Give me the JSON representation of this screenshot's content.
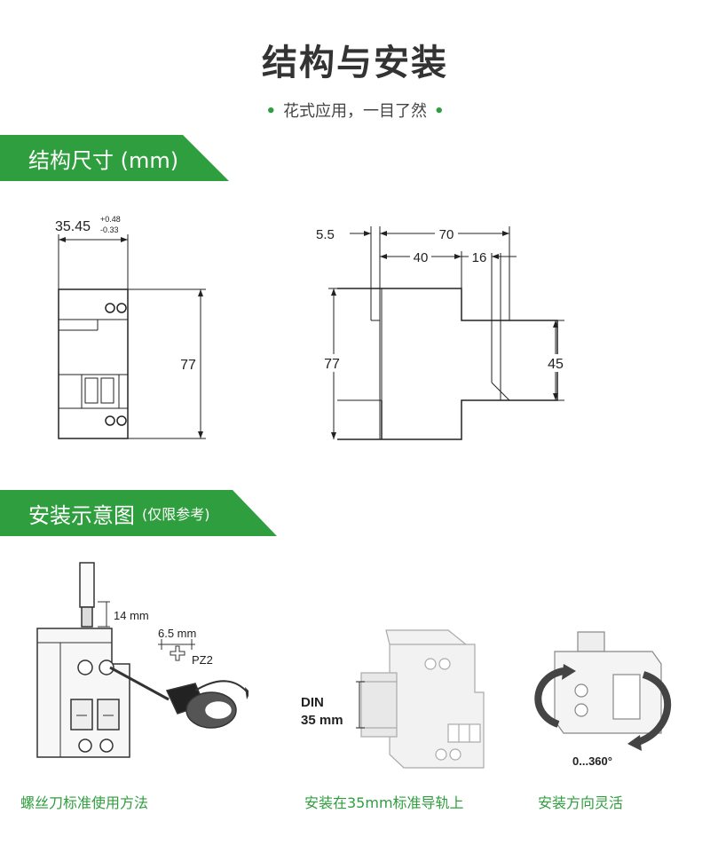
{
  "header": {
    "title": "结构与安装",
    "subtitle": "花式应用，一目了然",
    "bullet": "•"
  },
  "sections": {
    "dimensions": {
      "title": "结构尺寸 (mm)"
    },
    "install": {
      "title": "安装示意图",
      "note": "(仅限参考)"
    }
  },
  "front_view": {
    "width": "35.45",
    "tol_plus": "+0.48",
    "tol_minus": "-0.33",
    "height": "77"
  },
  "side_view": {
    "rail_offset": "5.5",
    "total_depth": "70",
    "depth_40": "40",
    "depth_16": "16",
    "height": "77",
    "step_height": "45"
  },
  "screwdriver": {
    "strip_length": "14 mm",
    "tip_size": "6.5 mm",
    "bit": "PZ2"
  },
  "din": {
    "line1": "DIN",
    "line2": "35 mm"
  },
  "rotation": {
    "label": "0...360°"
  },
  "captions": {
    "screwdriver": "螺丝刀标准使用方法",
    "din": "安装在35mm标准导轨上",
    "direction": "安装方向灵活"
  },
  "colors": {
    "accent": "#2f9e3e"
  }
}
